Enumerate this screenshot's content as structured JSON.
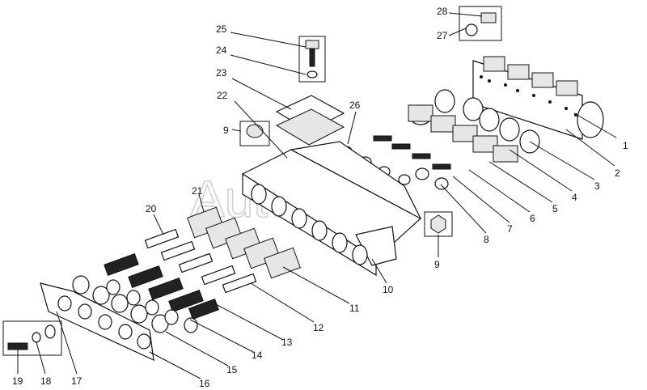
{
  "watermark": "AutoSoft",
  "callouts": [
    {
      "num": "1"
    },
    {
      "num": "2"
    },
    {
      "num": "3"
    },
    {
      "num": "4"
    },
    {
      "num": "5"
    },
    {
      "num": "6"
    },
    {
      "num": "7"
    },
    {
      "num": "8"
    },
    {
      "num": "9"
    },
    {
      "num": "9"
    },
    {
      "num": "10"
    },
    {
      "num": "11"
    },
    {
      "num": "12"
    },
    {
      "num": "13"
    },
    {
      "num": "14"
    },
    {
      "num": "15"
    },
    {
      "num": "16"
    },
    {
      "num": "17"
    },
    {
      "num": "18"
    },
    {
      "num": "19"
    },
    {
      "num": "20"
    },
    {
      "num": "21"
    },
    {
      "num": "22"
    },
    {
      "num": "23"
    },
    {
      "num": "24"
    },
    {
      "num": "25"
    },
    {
      "num": "26"
    },
    {
      "num": "27"
    },
    {
      "num": "28"
    }
  ]
}
